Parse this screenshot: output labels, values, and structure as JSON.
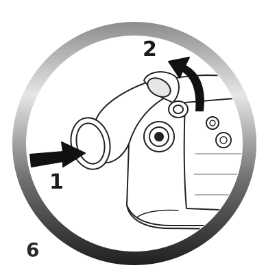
{
  "figure": {
    "number": "6",
    "steps": [
      {
        "label": "1"
      },
      {
        "label": "2"
      }
    ]
  },
  "colors": {
    "ring_outer": "#2b2b2b",
    "ring_inner": "#d9d9d9",
    "line": "#222222",
    "arrow": "#111111"
  },
  "icons": {
    "push_arrow": "arrow-right-icon",
    "lift_arrow": "curved-arrow-up-icon"
  }
}
